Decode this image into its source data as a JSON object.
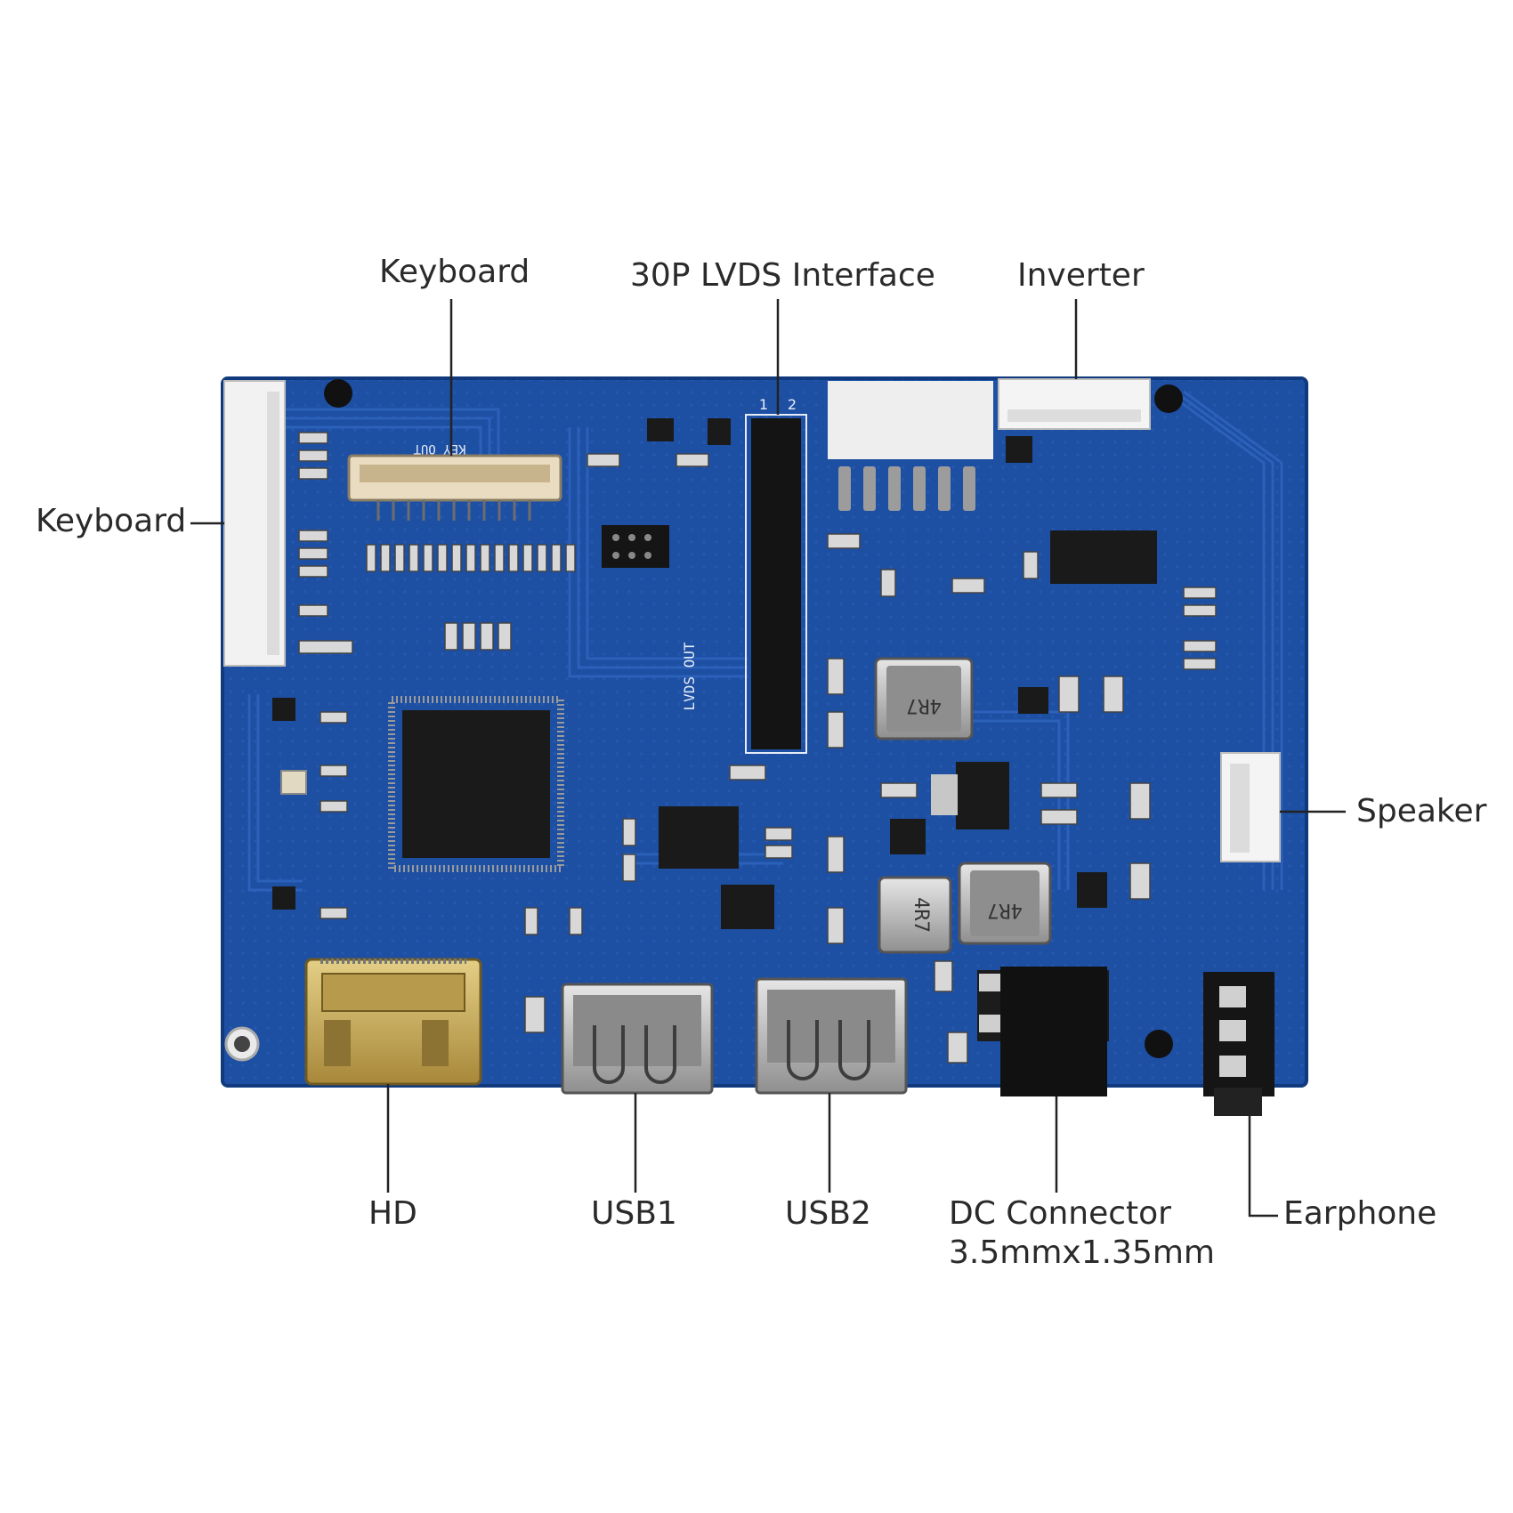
{
  "labels": {
    "keyboard_top": "Keyboard",
    "lvds": "30P LVDS Interface",
    "inverter": "Inverter",
    "keyboard_left": "Keyboard",
    "speaker": "Speaker",
    "hd": "HD",
    "usb1": "USB1",
    "usb2": "USB2",
    "dc_line1": "DC Connector",
    "dc_line2": "3.5mmx1.35mm",
    "earphone": "Earphone"
  },
  "silkscreen": {
    "key_out": "KEY OUT",
    "lvds_out": "LVDS OUT",
    "pin1": "1",
    "pin2": "2",
    "inductor": "4R7"
  },
  "colors": {
    "board": "#1d4fa3",
    "board_dark": "#173f86",
    "trace": "#2e63bd",
    "chip": "#1a1a1a",
    "metal": "#b9b9b9",
    "gold": "#c9a64a",
    "connector_white": "#f2f2f2"
  }
}
